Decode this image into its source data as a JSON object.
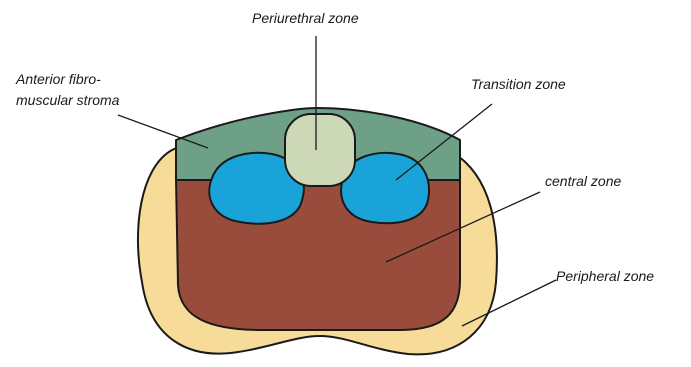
{
  "labels": {
    "periurethral_zone": "Periurethral zone",
    "anterior_line1": "Anterior fibro-",
    "anterior_line2": "muscular stroma",
    "transition_zone": "Transition zone",
    "central_zone": "central zone",
    "peripheral_zone": "Peripheral zone"
  },
  "colors": {
    "peripheral_zone": "#f6dc98",
    "central_zone": "#9a4c3c",
    "anterior_fibromuscular_stroma": "#6e9f87",
    "transition_zone": "#1aa3d9",
    "periurethral_zone": "#cdd8b7",
    "outline": "#1a1a1a"
  }
}
